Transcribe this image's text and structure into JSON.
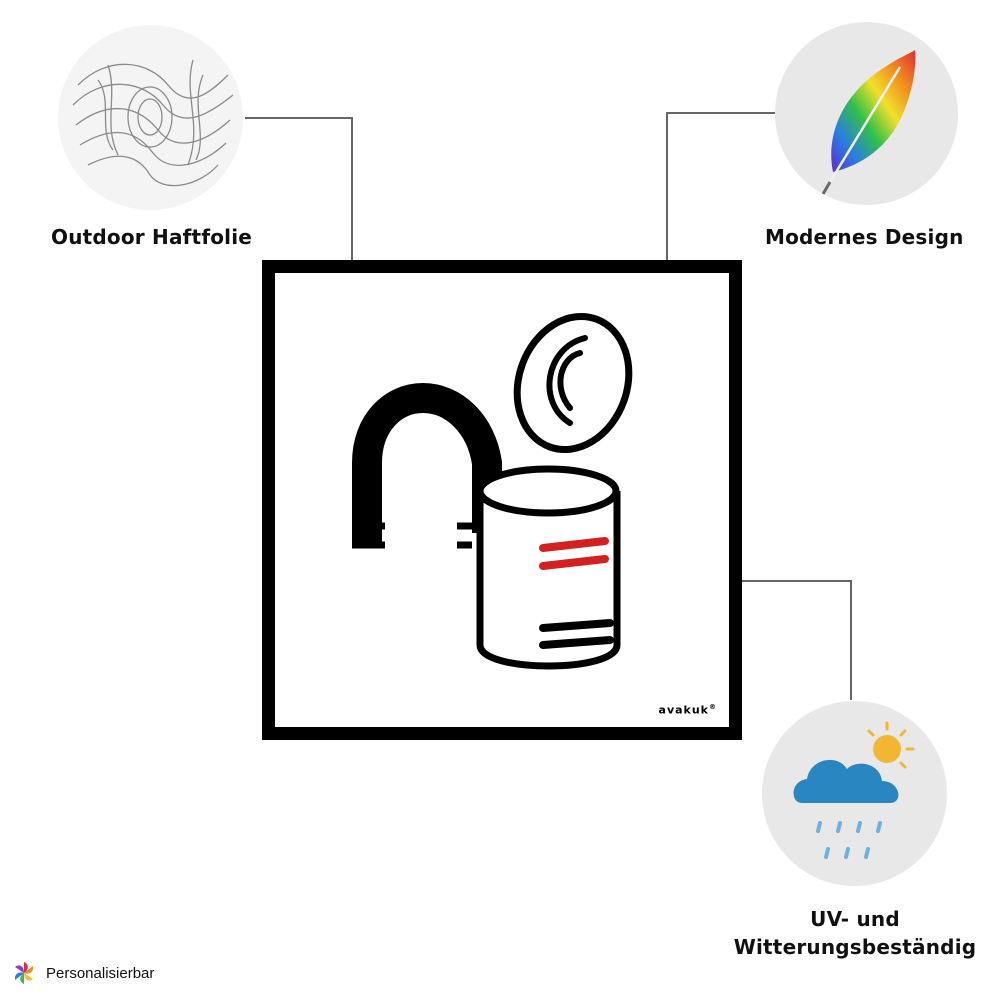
{
  "features": {
    "top_left": {
      "label": "Outdoor Haftfolie",
      "icon": "fingerprint-pattern-icon"
    },
    "top_right": {
      "label": "Modernes Design",
      "icon": "rainbow-feather-icon"
    },
    "bottom_right": {
      "label_line1": "UV- und",
      "label_line2": "Witterungsbeständig",
      "icon": "cloud-sun-rain-icon"
    }
  },
  "sign": {
    "brand": "avakuk",
    "brand_mark": "®",
    "pictogram": "magnet-and-tin-can-icon",
    "colors": {
      "frame": "#000000",
      "accent": "#d42020"
    }
  },
  "footer": {
    "label": "Personalisierbar",
    "icon": "pinwheel-logo-icon"
  },
  "colors": {
    "circle_bg": "#e8e8e8",
    "connector": "#666666",
    "cloud": "#2a86c0",
    "rain": "#6fb1dd",
    "sun": "#f2b632"
  }
}
